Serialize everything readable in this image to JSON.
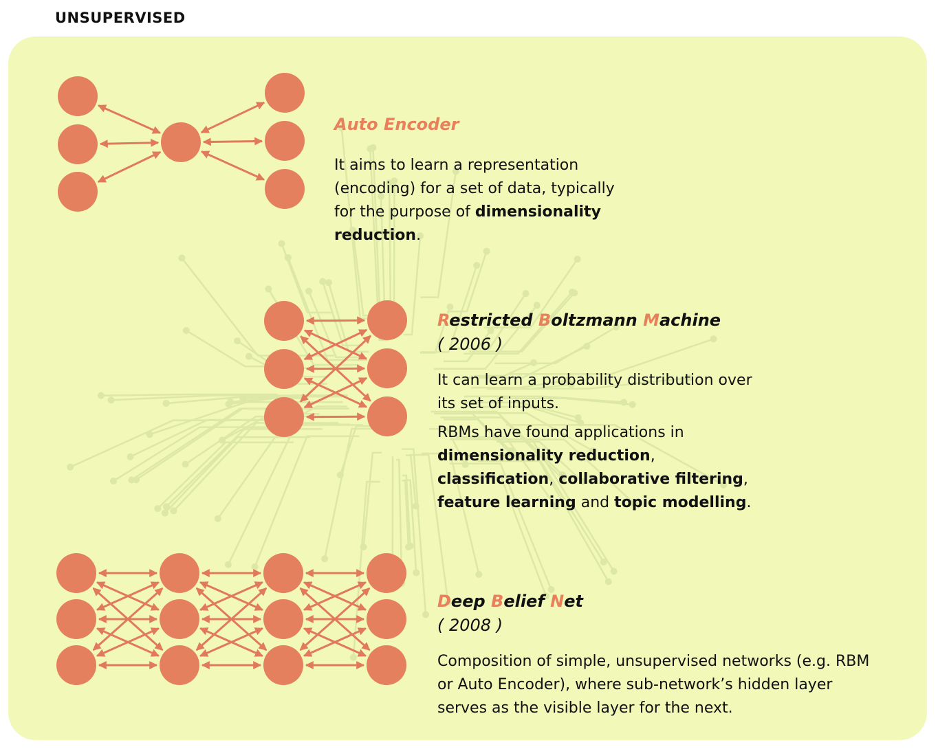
{
  "page": {
    "title": "UNSUPERVISED"
  },
  "colors": {
    "panel_bg": "#f1f8b8",
    "node": "#e5805e",
    "edge": "#e07a5a",
    "highlight": "#e8805c"
  },
  "auto_encoder": {
    "title": "Auto Encoder",
    "desc_1": "It aims to learn a representation (encoding) for a set of data, typically for the purpose of ",
    "desc_bold": "dimensionality reduction",
    "desc_end": "."
  },
  "rbm": {
    "title_1_hl": "R",
    "title_1": "estricted ",
    "title_2_hl": "B",
    "title_2": "oltzmann ",
    "title_3_hl": "M",
    "title_3": "achine",
    "year": "( 2006 )",
    "desc_1": "It can learn a probability distribution over its set of inputs.",
    "desc_2": "RBMs have found applications in ",
    "b1": "dimensionality reduction",
    "s1": ", ",
    "b2": "classification",
    "s2": ", ",
    "b3": "collaborative filtering",
    "s3": ", ",
    "b4": "feature learning",
    "s4": " and ",
    "b5": "topic modelling",
    "s5": "."
  },
  "dbn": {
    "title_1_hl": "D",
    "title_1": "eep ",
    "title_2_hl": "B",
    "title_2": "elief ",
    "title_3_hl": "N",
    "title_3": "et",
    "year": "( 2008 )",
    "desc": "Composition of simple, unsupervised networks (e.g. RBM or Auto Encoder), where sub-network’s hidden layer serves as the visible layer for the next."
  }
}
